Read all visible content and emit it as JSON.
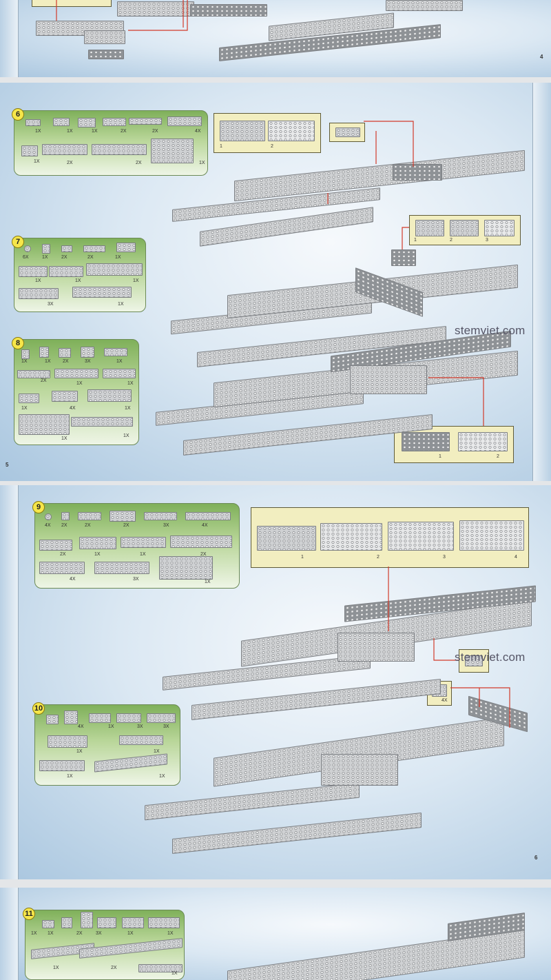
{
  "pages": {
    "top": {
      "page_number": "4"
    },
    "middle": {
      "page_number": "5"
    },
    "lower": {
      "page_number": "6"
    }
  },
  "watermark": {
    "text_1": "stemviet.com",
    "text_2": "stemviet.com"
  },
  "steps": {
    "s6": {
      "number": "6",
      "quantities": [
        "1X",
        "1X",
        "1X",
        "2X",
        "2X",
        "4X",
        "1X",
        "2X",
        "2X",
        "1X"
      ]
    },
    "s7": {
      "number": "7",
      "quantities": [
        "6X",
        "1X",
        "2X",
        "2X",
        "1X",
        "1X",
        "1X",
        "1X",
        "3X",
        "1X"
      ]
    },
    "s8": {
      "number": "8",
      "quantities": [
        "1X",
        "1X",
        "2X",
        "3X",
        "1X",
        "2X",
        "1X",
        "1X",
        "1X",
        "4X",
        "1X",
        "1X",
        "1X"
      ]
    },
    "s9": {
      "number": "9",
      "quantities": [
        "4X",
        "2X",
        "2X",
        "2X",
        "3X",
        "4X",
        "2X",
        "1X",
        "1X",
        "2X",
        "4X",
        "3X",
        "1X"
      ]
    },
    "s10": {
      "number": "10",
      "quantities": [
        "4X",
        "1X",
        "3X",
        "3X",
        "1X",
        "1X",
        "1X",
        "1X"
      ]
    },
    "s11": {
      "number": "11",
      "quantities": [
        "1X",
        "1X",
        "2X",
        "3X",
        "1X",
        "1X",
        "1X",
        "2X",
        "1X"
      ]
    }
  },
  "callouts": {
    "c6a": [
      "1",
      "2"
    ],
    "c7": [
      "1",
      "2",
      "3"
    ],
    "c8": [
      "1",
      "2"
    ],
    "c9": [
      "1",
      "2",
      "3",
      "4"
    ],
    "c10": "4X"
  }
}
